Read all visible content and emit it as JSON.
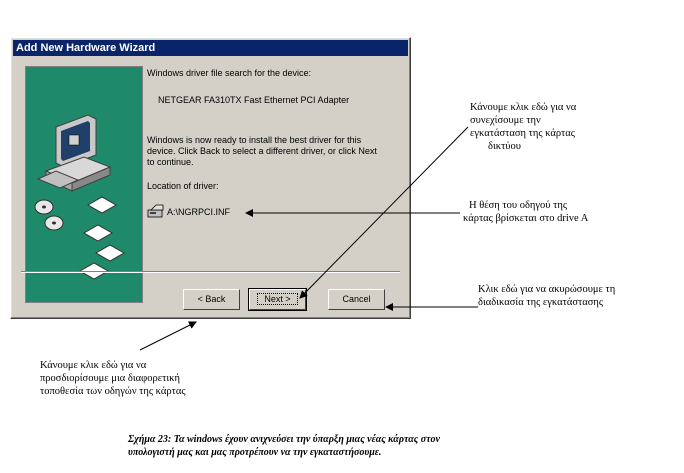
{
  "window": {
    "title": "Add New Hardware Wizard",
    "search_heading": "Windows driver file search for the device:",
    "device_name": "NETGEAR FA310TX Fast Ethernet PCI Adapter",
    "ready_text_1": "Windows is now ready to install the best driver for this",
    "ready_text_2": "device. Click Back to select a different driver, or click Next",
    "ready_text_3": "to continue.",
    "location_label": "Location of driver:",
    "driver_path": "A:\\NGRPCI.INF"
  },
  "buttons": {
    "back": "< Back",
    "next": "Next >",
    "cancel": "Cancel"
  },
  "annotations": {
    "next": [
      "Κάνουμε κλικ εδώ για να",
      "συνεχίσουμε την",
      "εγκατάσταση της κάρτας",
      "δικτύου"
    ],
    "driver": [
      "Η θέση του οδηγού της",
      "κάρτας βρίσκεται στο drive A"
    ],
    "cancel": [
      "Κλικ εδώ για να ακυρώσουμε τη",
      "διαδικασία της εγκατάστασης"
    ],
    "back": [
      "Κάνουμε κλικ εδώ για να",
      "προσδιορίσουμε μια διαφορετική",
      "τοποθεσία των οδηγών της κάρτας"
    ]
  },
  "caption": [
    "Σχήμα 23: Τα windows έχουν ανιχνεύσει την ύπαρξη μιας νέας κάρτας στον",
    "υπολογιστή μας και μας προτρέπουν να την εγκαταστήσουμε."
  ],
  "colors": {
    "titlebar": "#0a246a",
    "dialog": "#d4d0c8",
    "wizard_panel": "#1f8a6a"
  }
}
